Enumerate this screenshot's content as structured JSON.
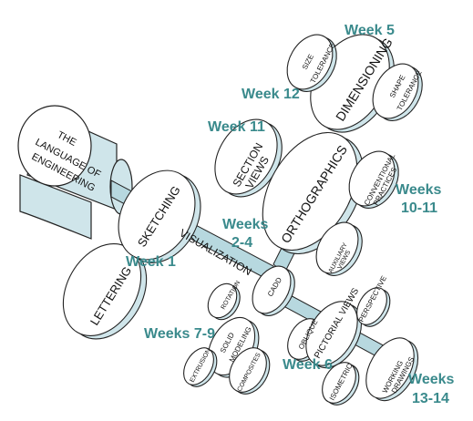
{
  "colors": {
    "disc_face": "#ffffff",
    "disc_side": "#cfe5ea",
    "shaft": "#b7d8df",
    "outline": "#222222",
    "week_label": "#3a8a8c"
  },
  "roll": {
    "title": "THE LANGUAGE OF ENGINEERING",
    "line1": "THE",
    "line2": "LANGUAGE OF",
    "line3": "ENGINEERING"
  },
  "discs": {
    "lettering": "LETTERING",
    "sketching": "SKETCHING",
    "visualization": "VISUALIZATION",
    "section_views_1": "SECTION",
    "section_views_2": "VIEWS",
    "orthographics": "ORTHOGRAPHICS",
    "dimensioning": "DIMENSIONING",
    "size_tolerance_1": "SIZE",
    "size_tolerance_2": "TOLERANCE",
    "shape_tolerance_1": "SHAPE",
    "shape_tolerance_2": "TOLERANCE",
    "conventional_practices_1": "CONVENTIONAL",
    "conventional_practices_2": "PRACTICES",
    "auxiliary_views_1": "AUXILIARY",
    "auxiliary_views_2": "VIEWS",
    "cadd": "CADD",
    "rotation": "ROTATION",
    "solid_modeling_1": "SOLID",
    "solid_modeling_2": "MODELING",
    "extrusion": "EXTRUSION",
    "composites": "COMPOSITES",
    "oblique": "OBLIQUE",
    "pictorial_views": "PICTORIAL VIEWS",
    "perspective": "PERSPECTIVE",
    "isometric": "ISOMETRIC",
    "working_drawings_1": "WORKING",
    "working_drawings_2": "DRAWINGS"
  },
  "weeks": {
    "w5": "Week 5",
    "w12": "Week 12",
    "w11": "Week 11",
    "w10_11_1": "Weeks",
    "w10_11_2": "10-11",
    "w2_4_1": "Weeks",
    "w2_4_2": "2-4",
    "w1": "Week 1",
    "w7_9": "Weeks 7-9",
    "w6": "Week 6",
    "w13_14_1": "Weeks",
    "w13_14_2": "13-14"
  }
}
